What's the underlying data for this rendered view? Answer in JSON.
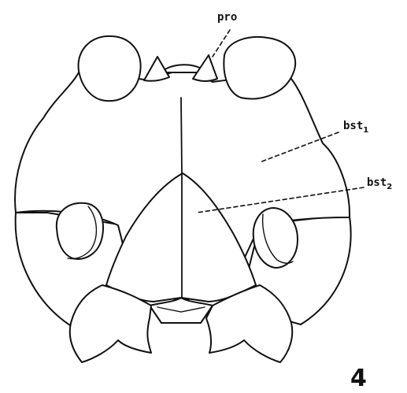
{
  "labels": {
    "pro": "pro",
    "bst1": {
      "base": "bst",
      "sub": "1"
    },
    "bst2": {
      "base": "bst",
      "sub": "2"
    }
  },
  "figure_number": "4"
}
